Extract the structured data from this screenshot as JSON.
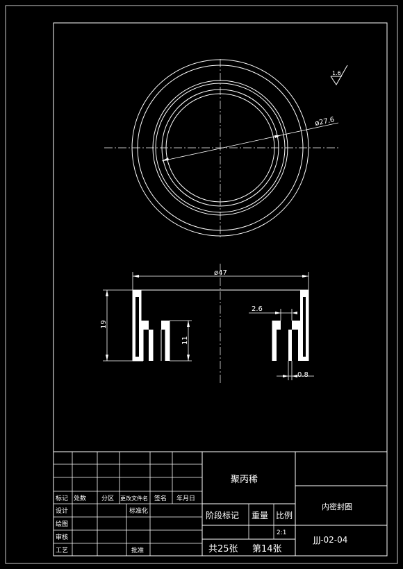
{
  "roughness_symbol": {
    "value": "1.6"
  },
  "top_view": {
    "diameter_label": "ø27.6"
  },
  "section_view": {
    "outer_diameter_label": "ø47",
    "height_label": "19",
    "inner_height_label": "11",
    "lip_width_label": "2.6",
    "gap_label": "0.8"
  },
  "title_block": {
    "material": "聚丙稀",
    "part_name": "内密封圈",
    "drawing_number": "JJJ-02-04",
    "scale_header": "比例",
    "scale_value": "2:1",
    "weight_header": "重量",
    "stage_mark_header": "阶段标记",
    "total_sheets": "共25张",
    "sheet_no": "第14张",
    "headers": {
      "mark": "标记",
      "count": "处数",
      "zone": "分区",
      "change_doc": "更改文件名",
      "signature": "签名",
      "date": "年月日",
      "design": "设计",
      "standardize": "标准化",
      "draw": "绘图",
      "review": "审核",
      "process": "工艺",
      "approve": "批准"
    }
  }
}
